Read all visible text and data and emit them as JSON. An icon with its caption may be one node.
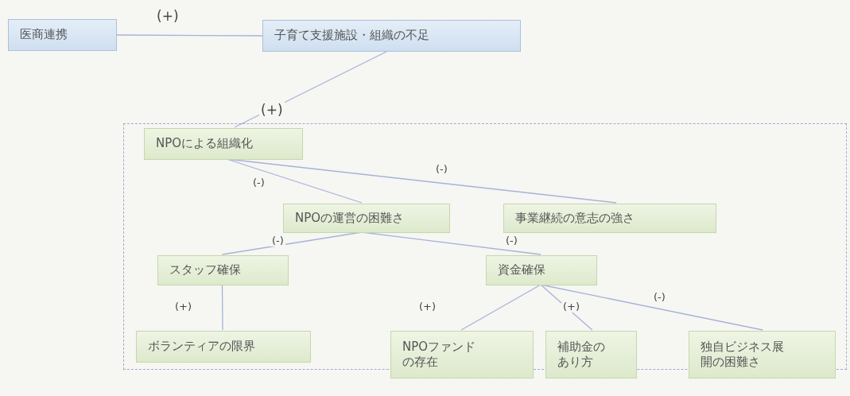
{
  "diagram": {
    "nodes": [
      {
        "text": [
          "医商連携"
        ]
      },
      {
        "text": [
          "子育て支援施設・組織の不足"
        ]
      },
      {
        "text": [],
        "shape": "box"
      },
      {
        "text": [
          "NPOによる組織化"
        ],
        "in": 2
      },
      {
        "text": [
          "NPOの運営の困難さ"
        ],
        "in": 2
      },
      {
        "text": [
          "事業継続の意志の強さ"
        ],
        "in": 2
      },
      {
        "text": [
          "スタッフ確保"
        ],
        "in": 2
      },
      {
        "text": [
          "資金確保"
        ],
        "in": 2
      },
      {
        "text": [
          "ボランティアの限界"
        ],
        "in": 2
      },
      {
        "text": [
          "NPOファンドの存在"
        ],
        "in": 2
      },
      {
        "text": [
          "補助金のあり方"
        ],
        "in": 2
      },
      {
        "text": [
          "独自ビジネス展開の困難さ"
        ],
        "in": 2
      }
    ],
    "edges": [
      {
        "from": 0,
        "to": 1,
        "arrow": "none",
        "label": "(+)"
      },
      {
        "from": 1,
        "to": 3,
        "arrow": "none",
        "label": "(+)"
      },
      {
        "from": 3,
        "to": 4,
        "arrow": "none",
        "label": "(-)"
      },
      {
        "from": 3,
        "to": 5,
        "arrow": "none",
        "label": "(-)"
      },
      {
        "from": 4,
        "to": 6,
        "arrow": "none",
        "label": "(-)"
      },
      {
        "from": 4,
        "to": 7,
        "arrow": "none",
        "label": "(-)"
      },
      {
        "from": 6,
        "to": 8,
        "arrow": "none",
        "label": "(+)"
      },
      {
        "from": 7,
        "to": 9,
        "arrow": "none",
        "label": "(+)"
      },
      {
        "from": 7,
        "to": 10,
        "arrow": "none",
        "label": "(+)"
      },
      {
        "from": 7,
        "to": 11,
        "arrow": "none",
        "label": "(-)"
      }
    ]
  }
}
